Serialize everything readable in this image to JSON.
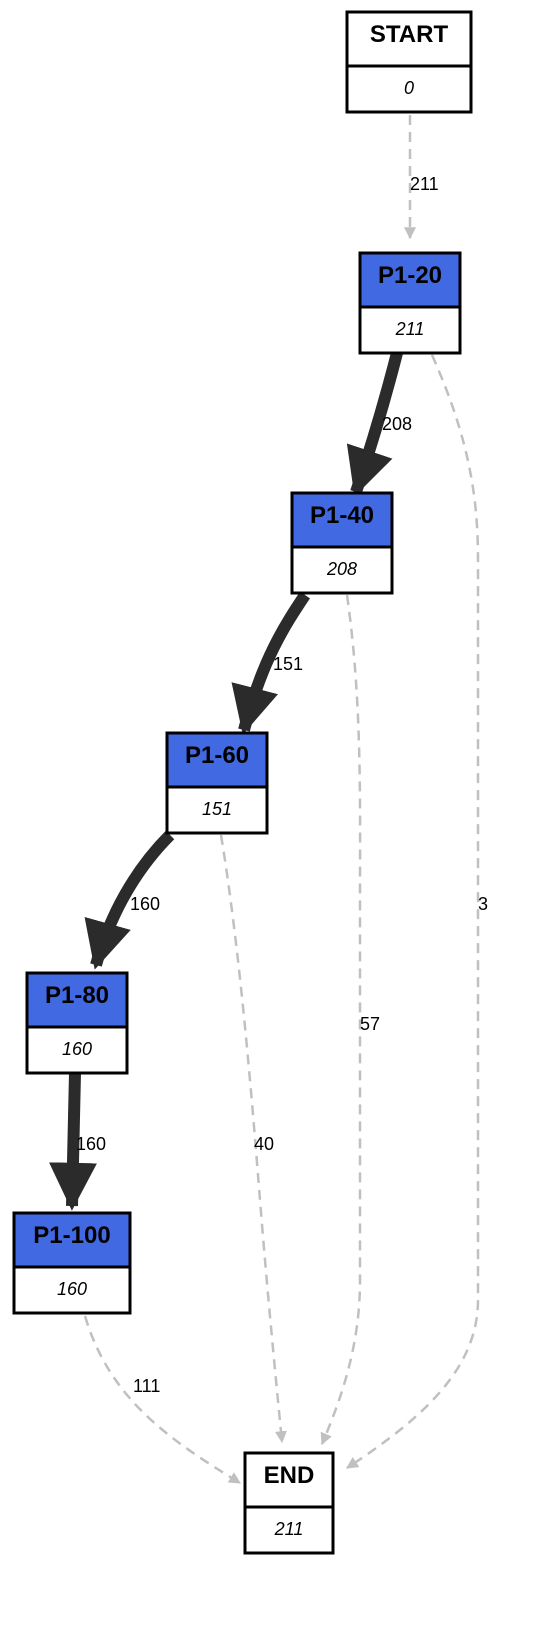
{
  "colors": {
    "node_fill_highlight": "#4169e1",
    "node_fill_plain": "#ffffff",
    "node_border": "#000000",
    "edge_strong": "#2b2b2b",
    "edge_weak": "#c0c0c0"
  },
  "nodes": [
    {
      "id": "start",
      "title": "START",
      "count": "0",
      "highlight": false
    },
    {
      "id": "p1-20",
      "title": "P1-20",
      "count": "211",
      "highlight": true
    },
    {
      "id": "p1-40",
      "title": "P1-40",
      "count": "208",
      "highlight": true
    },
    {
      "id": "p1-60",
      "title": "P1-60",
      "count": "151",
      "highlight": true
    },
    {
      "id": "p1-80",
      "title": "P1-80",
      "count": "160",
      "highlight": true
    },
    {
      "id": "p1-100",
      "title": "P1-100",
      "count": "160",
      "highlight": true
    },
    {
      "id": "end",
      "title": "END",
      "count": "211",
      "highlight": false
    }
  ],
  "edges": [
    {
      "from": "start",
      "to": "p1-20",
      "label": "211",
      "style": "dashed"
    },
    {
      "from": "p1-20",
      "to": "p1-40",
      "label": "208",
      "style": "solid"
    },
    {
      "from": "p1-20",
      "to": "end",
      "label": "3",
      "style": "dashed"
    },
    {
      "from": "p1-40",
      "to": "p1-60",
      "label": "151",
      "style": "solid"
    },
    {
      "from": "p1-40",
      "to": "end",
      "label": "57",
      "style": "dashed"
    },
    {
      "from": "p1-60",
      "to": "p1-80",
      "label": "160",
      "style": "solid"
    },
    {
      "from": "p1-60",
      "to": "end",
      "label": "40",
      "style": "dashed"
    },
    {
      "from": "p1-80",
      "to": "p1-100",
      "label": "160",
      "style": "solid"
    },
    {
      "from": "p1-100",
      "to": "end",
      "label": "111",
      "style": "dashed"
    }
  ]
}
